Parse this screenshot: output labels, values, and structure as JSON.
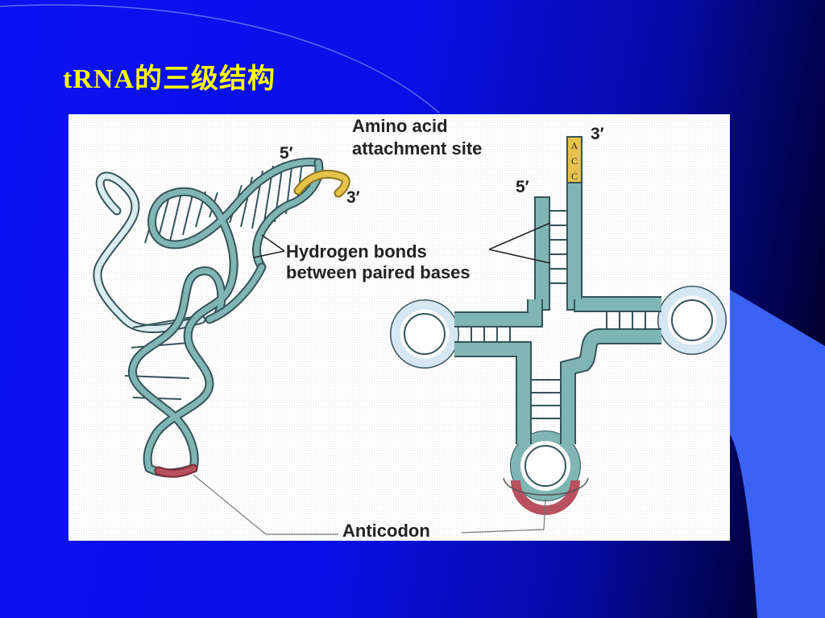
{
  "slide": {
    "title": "tRNA的三级结构"
  },
  "diagram": {
    "labels": {
      "amino_acid_line1": "Amino acid",
      "amino_acid_line2": "attachment site",
      "left_5prime": "5′",
      "left_3prime": "3′",
      "right_5prime": "5′",
      "right_3prime": "3′",
      "hbonds_line1": "Hydrogen bonds",
      "hbonds_line2": "between paired bases",
      "anticodon": "Anticodon"
    },
    "acc_bases": [
      "A",
      "C",
      "C"
    ],
    "colors": {
      "strand": "#7fb6b3",
      "strand_edge": "#35545a",
      "loop_fill": "#d6e7f2",
      "anticodon": "#b8505d",
      "acceptor_end": "#e6c34a"
    }
  }
}
